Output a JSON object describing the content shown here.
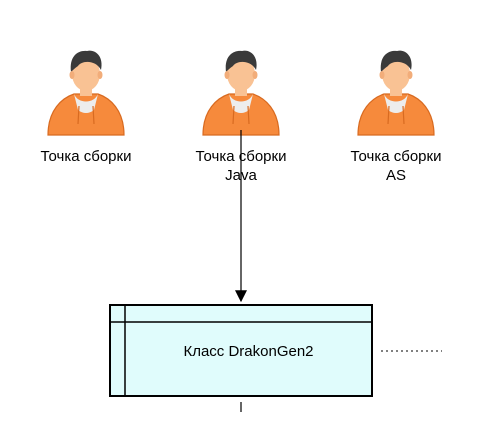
{
  "actors": [
    {
      "label": "Точка сборки",
      "icon": "user-icon"
    },
    {
      "label": "Точка сборки\nJava",
      "icon": "user-icon"
    },
    {
      "label": "Точка сборки\nAS",
      "icon": "user-icon"
    }
  ],
  "class_box": {
    "label": "Класс DrakonGen2",
    "fill": "#e0fcfc",
    "stroke": "#000000"
  },
  "colors": {
    "hood": "#f68a3c",
    "hood_dark": "#d86a20",
    "skin": "#f9c294",
    "hair": "#3a3a3a",
    "shirt": "#ededed"
  }
}
